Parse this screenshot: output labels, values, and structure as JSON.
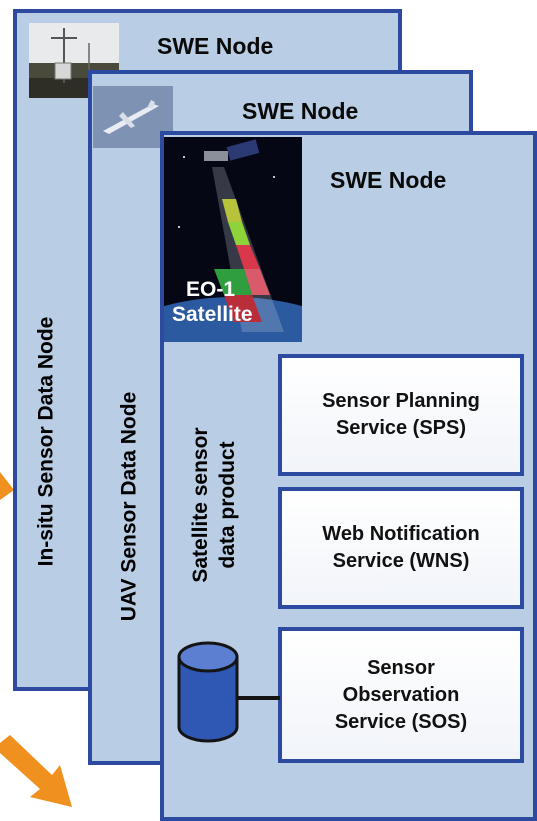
{
  "nodes": {
    "insitu": {
      "title": "SWE Node",
      "side_label": "In-situ Sensor Data Node"
    },
    "uav": {
      "title": "SWE Node",
      "side_label": "UAV Sensor Data Node"
    },
    "satellite": {
      "title": "SWE Node",
      "image_caption_line1": "EO-1",
      "image_caption_line2": "Satellite",
      "product_label_line1": "Satellite sensor",
      "product_label_line2": "data product"
    }
  },
  "services": [
    {
      "line1": "Sensor Planning",
      "line2": "Service (SPS)",
      "line3": ""
    },
    {
      "line1": "Web Notification",
      "line2": "Service (WNS)",
      "line3": ""
    },
    {
      "line1": "Sensor",
      "line2": "Observation",
      "line3": "Service (SOS)"
    }
  ],
  "colors": {
    "panel_fill": "#b9cde4",
    "panel_border": "#2c4aa0",
    "arrow": "#f0901e",
    "database": "#2f58b4"
  },
  "icons": [
    "weather-station-photo",
    "uav-photo",
    "satellite-photo",
    "database-icon",
    "arrow-icon"
  ]
}
